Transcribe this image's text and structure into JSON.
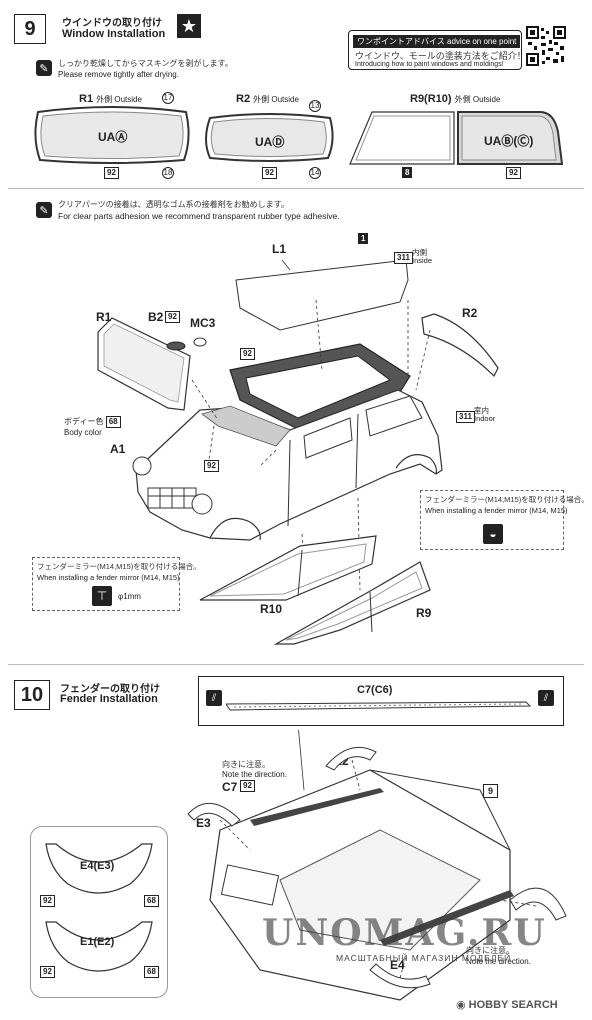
{
  "step9": {
    "number": "9",
    "title_jp": "ウインドウの取り付け",
    "title_en": "Window Installation",
    "star": "★",
    "advice_header_jp": "ワンポイントアドバイス",
    "advice_header_en": "advice on one point",
    "advice_jp": "ウインドウ、モールの塗装方法をご紹介！",
    "advice_en": "Introducing how to paint windows and moldings!",
    "tip1_jp": "しっかり乾燥してからマスキングを剥がします。",
    "tip1_en": "Please remove tightly after drying.",
    "r1": {
      "label": "R1",
      "side": "外側 Outside",
      "code": "UAⒶ",
      "n1": "17",
      "n2": "18",
      "paint": "92"
    },
    "r2": {
      "label": "R2",
      "side": "外側 Outside",
      "code": "UAⒹ",
      "n1": "13",
      "n2": "14",
      "paint": "92"
    },
    "r9": {
      "label": "R9(R10)",
      "side": "外側 Outside",
      "code": "UAⒷ(Ⓒ)",
      "paint_left": "8",
      "paint_right": "92"
    },
    "tip2_jp": "クリアパーツの接着は、透明なゴム系の接着剤をお勧めします。",
    "tip2_en": "For clear parts adhesion we recommend transparent rubber type adhesive.",
    "parts": {
      "L1": "L1",
      "one": "1",
      "inside_num": "311",
      "inside_jp": "内側",
      "inside_en": "Inside",
      "R1": "R1",
      "B2": "B2",
      "B2_num": "92",
      "MC3": "MC3",
      "R2": "R2",
      "roof_num": "92",
      "indoor_num": "311",
      "indoor_jp": "室内",
      "indoor_en": "Indoor",
      "body_color_jp": "ボディー色",
      "body_color_num": "68",
      "body_color_en": "Body color",
      "A1": "A1",
      "a1_num": "92",
      "R10": "R10",
      "R9": "R9"
    },
    "fender_note_right_jp": "フェンダーミラー(M14,M15)を取り付ける場合。",
    "fender_note_right_en": "When installing a fender mirror (M14, M15)",
    "fender_note_left_jp": "フェンダーミラー(M14,M15)を取り付ける場合。",
    "fender_note_left_en": "When installing a fender mirror (M14, M15)",
    "drill": "φ1mm"
  },
  "step10": {
    "number": "10",
    "title_jp": "フェンダーの取り付け",
    "title_en": "Fender Installation",
    "c7c6": "C7(C6)",
    "note_dir_jp": "向きに注意。",
    "note_dir_en": "Note the direction.",
    "C7": "C7",
    "C7_num": "92",
    "E2": "E2",
    "E3": "E3",
    "E1": "E1",
    "E4": "E4",
    "nine": "9",
    "e4e3": "E4(E3)",
    "e1e2": "E1(E2)",
    "c92a": "92",
    "c68a": "68",
    "c92b": "92",
    "c68b": "68",
    "note_dir2_jp": "向きに注意。",
    "note_dir2_en": "Note the direction."
  },
  "watermark": {
    "brand": "UNOMAG.RU",
    "sub": "МАСШТАБНЫЙ МАГАЗИН МОДЕЛЕЙ",
    "hobby": "HOBBY SEARCH"
  }
}
